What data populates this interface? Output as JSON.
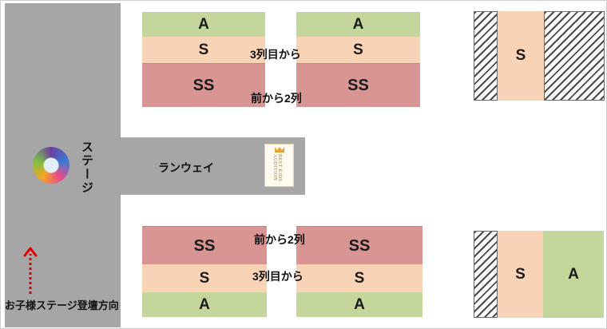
{
  "labels": {
    "stage": "ステージ",
    "runway": "ランウェイ",
    "kids_direction": "お子様ステージ登壇方向",
    "row_note_s_top": "3列目から",
    "row_note_ss_top": "前から2列",
    "row_note_ss_bottom": "前から2列",
    "row_note_s_bottom": "3列目から"
  },
  "logo": {
    "runway_logo_text": "BEST KIDS AUDITION"
  },
  "seat_blocks": {
    "top_left": {
      "a": "A",
      "s": "S",
      "ss": "SS"
    },
    "top_right": {
      "a": "A",
      "s": "S",
      "ss": "SS"
    },
    "bottom_left": {
      "ss": "SS",
      "s": "S",
      "a": "A"
    },
    "bottom_right": {
      "ss": "SS",
      "s": "S",
      "a": "A"
    },
    "side_top": {
      "s": "S"
    },
    "side_bottom": {
      "s": "S",
      "a": "A"
    }
  },
  "colors": {
    "A": "#c5d69d",
    "S": "#f9d3b5",
    "SS": "#d99494",
    "stage_gray": "#a6a6a6",
    "arrow_red": "#e00000"
  }
}
